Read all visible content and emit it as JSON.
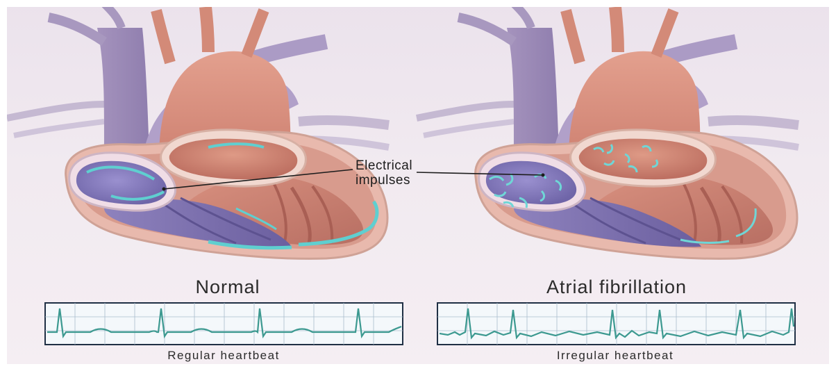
{
  "callout": {
    "line1": "Electrical",
    "line2": "impulses"
  },
  "panels": [
    {
      "title": "Normal",
      "caption": "Regular heartbeat"
    },
    {
      "title": "Atrial fibrillation",
      "caption": "Irregular heartbeat"
    }
  ],
  "colors": {
    "vessel": "#9d89b6",
    "aorta": "#d8907f",
    "atrium": "#8b7fc0",
    "ventricle": "#c98575",
    "impulse": "#5fcfd0",
    "ecg_line": "#3c9990",
    "ecg_grid": "#9fb3c6"
  }
}
